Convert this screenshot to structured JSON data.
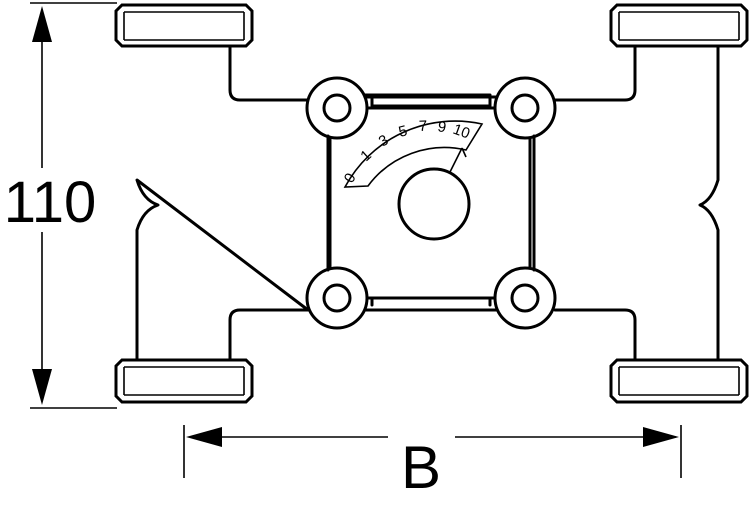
{
  "dimensions": {
    "height_label": "110",
    "width_label": "B"
  },
  "dial": {
    "scale_labels": [
      "0",
      "1",
      "3",
      "5",
      "7",
      "9",
      "10"
    ]
  }
}
